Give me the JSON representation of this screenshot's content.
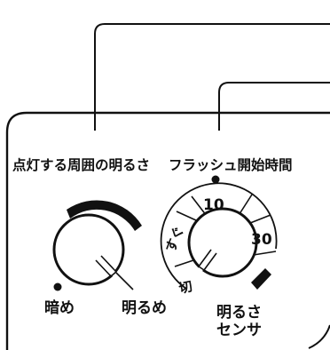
{
  "panel": {
    "left_dial_label": "点灯する周囲の明るさ",
    "right_dial_label": "フラッシュ開始時間"
  },
  "brightness_dial": {
    "min_label": "暗め",
    "max_label": "明るめ"
  },
  "flash_dial": {
    "scale_labels": {
      "immediate": "すぐ",
      "ten": "10",
      "thirty": "30",
      "off": "切"
    },
    "sensor_label_line1": "明るさ",
    "sensor_label_line2": "センサ"
  },
  "colors": {
    "ink": "#111111",
    "background": "#ffffff"
  }
}
